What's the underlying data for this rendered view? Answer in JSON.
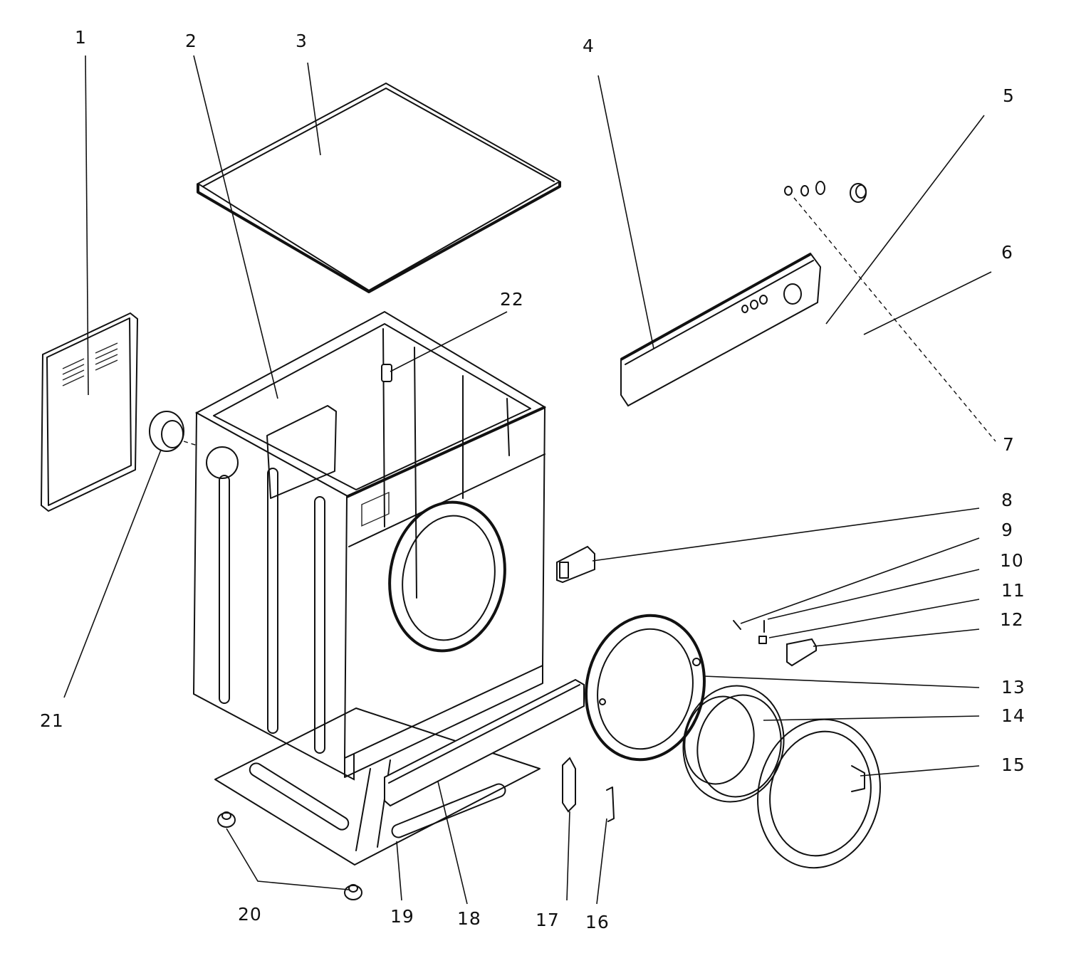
{
  "labels": [
    {
      "id": "p1",
      "text": "1"
    },
    {
      "id": "p2",
      "text": "2"
    },
    {
      "id": "p3",
      "text": "3"
    },
    {
      "id": "p4",
      "text": "4"
    },
    {
      "id": "p5",
      "text": "5"
    },
    {
      "id": "p6",
      "text": "6"
    },
    {
      "id": "p7",
      "text": "7"
    },
    {
      "id": "p8",
      "text": "8"
    },
    {
      "id": "p9",
      "text": "9"
    },
    {
      "id": "p10",
      "text": "10"
    },
    {
      "id": "p11",
      "text": "11"
    },
    {
      "id": "p12",
      "text": "12"
    },
    {
      "id": "p13",
      "text": "13"
    },
    {
      "id": "p14",
      "text": "14"
    },
    {
      "id": "p15",
      "text": "15"
    },
    {
      "id": "p16",
      "text": "16"
    },
    {
      "id": "p17",
      "text": "17"
    },
    {
      "id": "p18",
      "text": "18"
    },
    {
      "id": "p19",
      "text": "19"
    },
    {
      "id": "p20",
      "text": "20"
    },
    {
      "id": "p21",
      "text": "21"
    },
    {
      "id": "p22",
      "text": "22"
    }
  ]
}
